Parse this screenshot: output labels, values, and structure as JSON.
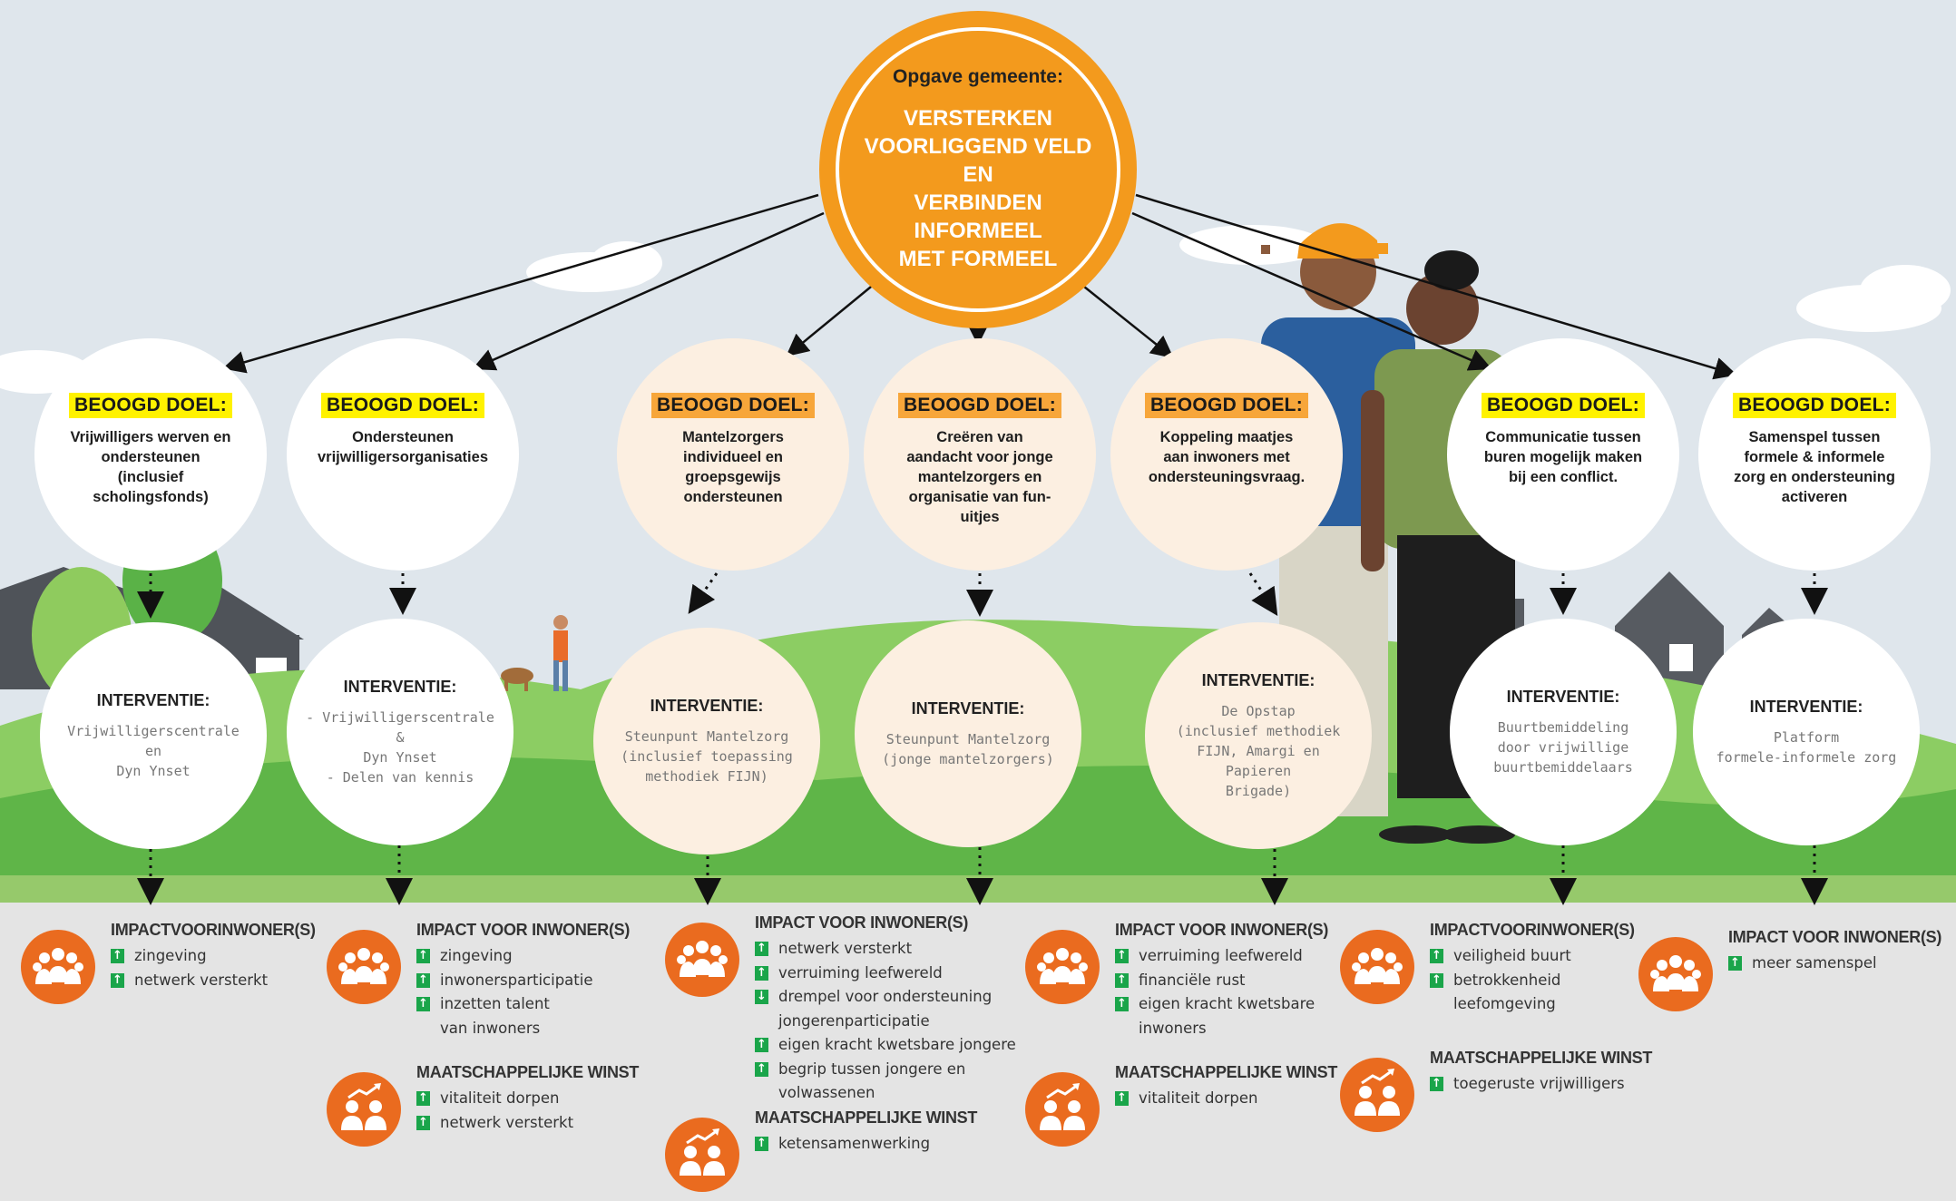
{
  "colors": {
    "sky": "#dfe6ec",
    "hills": "#5fb548",
    "hills_light": "#8ccd63",
    "accent": "#f39a1d",
    "impact_icon": "#ea6b1f",
    "label_yellow": "#fff200",
    "label_orange": "#f7a63a",
    "up_arrow": "#1aa54a"
  },
  "center": {
    "kicker": "Opgave gemeente:",
    "title": "VERSTERKEN\nVOORLIGGEND VELD EN\nVERBINDEN INFORMEEL\nMET FORMEEL"
  },
  "columns": [
    {
      "goal": {
        "label": "BEOOGD DOEL:",
        "text": "Vrijwilligers werven en\nondersteunen\n(inclusief\nscholingsfonds)"
      },
      "intervention": {
        "label": "INTERVENTIE:",
        "text": "Vrijwilligerscentrale en\nDyn Ynset"
      },
      "impact": {
        "heading": "IMPACTVOORINWONER(S)",
        "items": [
          {
            "text": "zingeving",
            "icon": "arrow-up-icon"
          },
          {
            "text": "netwerk versterkt",
            "icon": "arrow-up-icon"
          }
        ]
      }
    },
    {
      "goal": {
        "label": "BEOOGD DOEL:",
        "text": "Ondersteunen\nvrijwilligersorganisaties"
      },
      "intervention": {
        "label": "INTERVENTIE:",
        "text": "- Vrijwilligerscentrale &\nDyn Ynset\n- Delen van kennis"
      },
      "impact": {
        "heading": "IMPACT VOOR INWONER(S)",
        "items": [
          {
            "text": "zingeving",
            "icon": "arrow-up-icon"
          },
          {
            "text": "inwonersparticipatie",
            "icon": "arrow-up-icon"
          },
          {
            "text": "inzetten talent",
            "icon": "arrow-up-icon"
          },
          {
            "text": "van inwoners",
            "icon": ""
          }
        ]
      },
      "winst": {
        "heading": "MAATSCHAPPELIJKE WINST",
        "items": [
          {
            "text": "vitaliteit dorpen",
            "icon": "arrow-up-icon"
          },
          {
            "text": "netwerk versterkt",
            "icon": "arrow-up-icon"
          }
        ]
      }
    },
    {
      "goal": {
        "label": "BEOOGD DOEL:",
        "text": "Mantelzorgers\nindividueel en\ngroepsgewijs\nondersteunen"
      },
      "intervention": {
        "label": "INTERVENTIE:",
        "text": "Steunpunt Mantelzorg\n(inclusief toepassing\nmethodiek FIJN)"
      },
      "impact": {
        "heading": "IMPACT VOOR INWONER(S)",
        "items": [
          {
            "text": "netwerk versterkt",
            "icon": "arrow-up-icon"
          },
          {
            "text": "verruiming leefwereld",
            "icon": "arrow-up-icon"
          },
          {
            "text": "drempel voor ondersteuning",
            "icon": "arrow-down-icon"
          },
          {
            "text": "jongerenparticipatie",
            "icon": ""
          },
          {
            "text": "eigen kracht kwetsbare jongere",
            "icon": "arrow-up-icon"
          },
          {
            "text": "begrip tussen jongere en",
            "icon": "arrow-up-icon"
          },
          {
            "text": "volwassenen",
            "icon": ""
          }
        ]
      },
      "winst": {
        "heading": "MAATSCHAPPELIJKE WINST",
        "items": [
          {
            "text": "ketensamenwerking",
            "icon": "arrow-up-icon"
          }
        ]
      }
    },
    {
      "goal": {
        "label": "BEOOGD DOEL:",
        "text": "Creëren van\naandacht voor jonge\nmantelzorgers en\norganisatie van fun-\nuitjes"
      },
      "intervention": {
        "label": "INTERVENTIE:",
        "text": "Steunpunt Mantelzorg\n(jonge mantelzorgers)"
      }
    },
    {
      "goal": {
        "label": "BEOOGD DOEL:",
        "text": "Koppeling maatjes\naan inwoners met\nondersteuningsvraag."
      },
      "intervention": {
        "label": "INTERVENTIE:",
        "text": "De Opstap\n(inclusief methodiek\nFIJN, Amargi en Papieren\nBrigade)"
      },
      "impact": {
        "heading": "IMPACT VOOR INWONER(S)",
        "items": [
          {
            "text": "verruiming leefwereld",
            "icon": "arrow-up-icon"
          },
          {
            "text": "financiële rust",
            "icon": "arrow-up-icon"
          },
          {
            "text": "eigen kracht kwetsbare",
            "icon": "arrow-up-icon"
          },
          {
            "text": "inwoners",
            "icon": ""
          }
        ]
      },
      "winst": {
        "heading": "MAATSCHAPPELIJKE WINST",
        "items": [
          {
            "text": "vitaliteit dorpen",
            "icon": "arrow-up-icon"
          }
        ]
      }
    },
    {
      "goal": {
        "label": "BEOOGD DOEL:",
        "text": "Communicatie tussen\nburen mogelijk maken\nbij een conflict."
      },
      "intervention": {
        "label": "INTERVENTIE:",
        "text": "Buurtbemiddeling\ndoor vrijwillige\nbuurtbemiddelaars"
      },
      "impact": {
        "heading": "IMPACTVOORINWONER(S)",
        "items": [
          {
            "text": "veiligheid buurt",
            "icon": "arrow-up-icon"
          },
          {
            "text": "betrokkenheid",
            "icon": "arrow-up-icon"
          },
          {
            "text": "leefomgeving",
            "icon": ""
          }
        ]
      },
      "winst": {
        "heading": "MAATSCHAPPELIJKE WINST",
        "items": [
          {
            "text": "toegeruste vrijwilligers",
            "icon": "arrow-up-icon"
          }
        ]
      }
    },
    {
      "goal": {
        "label": "BEOOGD DOEL:",
        "text": "Samenspel tussen\nformele & informele\nzorg en ondersteuning\nactiveren"
      },
      "intervention": {
        "label": "INTERVENTIE:",
        "text": "Platform\nformele-informele zorg"
      },
      "impact": {
        "heading": "IMPACT VOOR INWONER(S)",
        "items": [
          {
            "text": "meer samenspel",
            "icon": "arrow-up-icon"
          }
        ]
      }
    }
  ]
}
